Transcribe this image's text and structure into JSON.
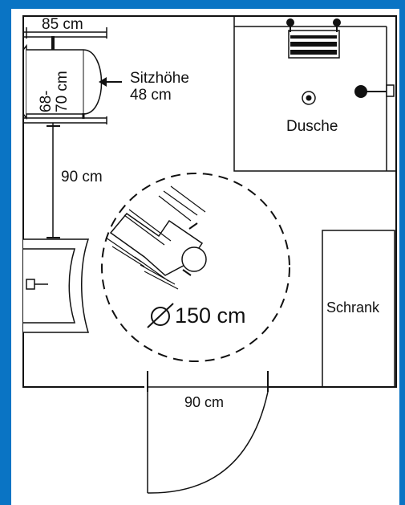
{
  "plan": {
    "toilet_width_label": "85 cm",
    "toilet_depth_label": "68-\n70 cm",
    "seat_height_label": "Sitzhöhe\n48 cm",
    "clearance_label": "90 cm",
    "shower_label": "Dusche",
    "turning_circle_label": "150 cm",
    "cabinet_label": "Schrank",
    "door_width_label": "90 cm"
  },
  "colors": {
    "frame": "#0a74c4",
    "line": "#111111",
    "background": "#ffffff"
  },
  "icons": {
    "diameter": "diameter-symbol-icon",
    "wheelchair": "wheelchair-user-icon",
    "toilet": "toilet-icon",
    "sink": "sink-icon",
    "shower_drain": "shower-drain-icon",
    "shower_head": "shower-head-icon",
    "shower_seat": "shower-seat-icon",
    "door": "door-swing-icon"
  }
}
